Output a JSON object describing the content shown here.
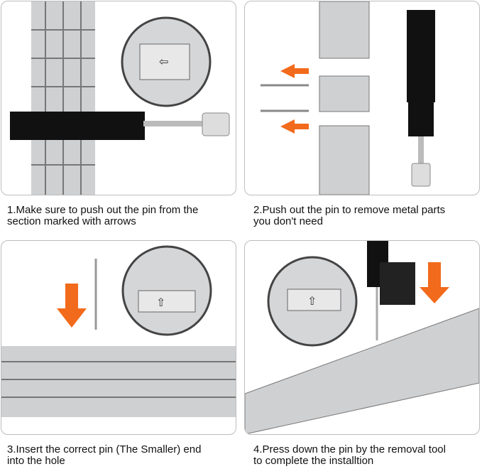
{
  "steps": [
    {
      "caption": "1.Make sure to push out the pin from the\n  section marked with arrows"
    },
    {
      "caption": "2.Push out the pin to remove metal parts\n  you don't need"
    },
    {
      "caption": "3.Insert the correct pin (The Smaller) end\n  into the hole"
    },
    {
      "caption": "4.Press down the pin by the removal tool\n  to complete the installtion"
    }
  ],
  "colors": {
    "accent": "#f26a1b",
    "metal": "#c9cacc",
    "tool": "#111111"
  },
  "icons": {
    "arrow": "⇦",
    "up_arrow": "⇧"
  }
}
